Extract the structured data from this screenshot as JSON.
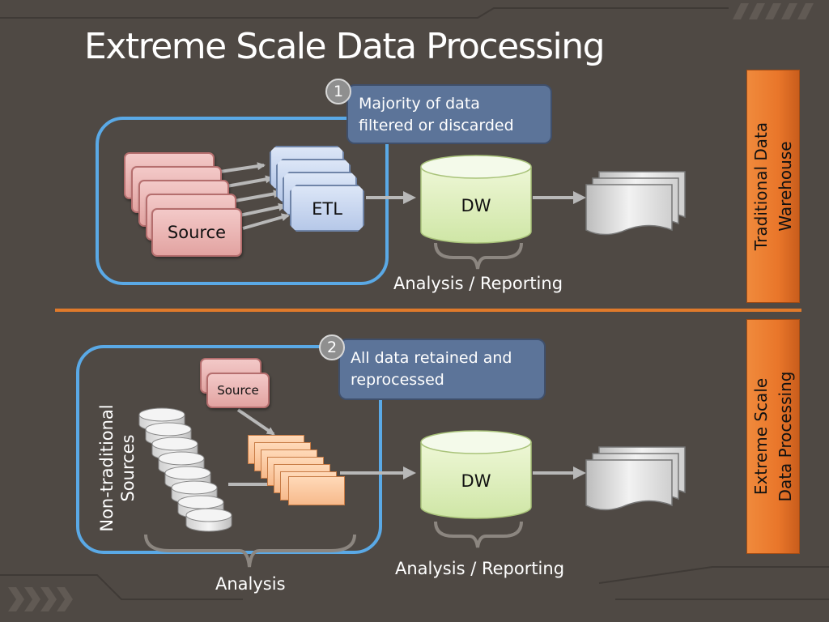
{
  "title": "Extreme Scale Data Processing",
  "top": {
    "badge": "1",
    "callout": [
      "Majority of data",
      "filtered or discarded"
    ],
    "source_label": "Source",
    "etl_label": "ETL",
    "dw_label": "DW",
    "caption": "Analysis / Reporting",
    "side_label": [
      "Traditional Data",
      "Warehouse"
    ]
  },
  "bottom": {
    "badge": "2",
    "callout": [
      "All data retained and",
      "reprocessed"
    ],
    "source_label": "Source",
    "sources_label": [
      "Non-traditional",
      "Sources"
    ],
    "dw_label": "DW",
    "caption": "Analysis / Reporting",
    "analysis_label": "Analysis",
    "side_label": [
      "Extreme Scale",
      "Data Processing"
    ]
  },
  "colors": {
    "background": "#4f4944",
    "divider": "#e07a2b",
    "frame": "#5aa9e6",
    "side_panel": "#e9762a",
    "callout": "#5c7499"
  }
}
